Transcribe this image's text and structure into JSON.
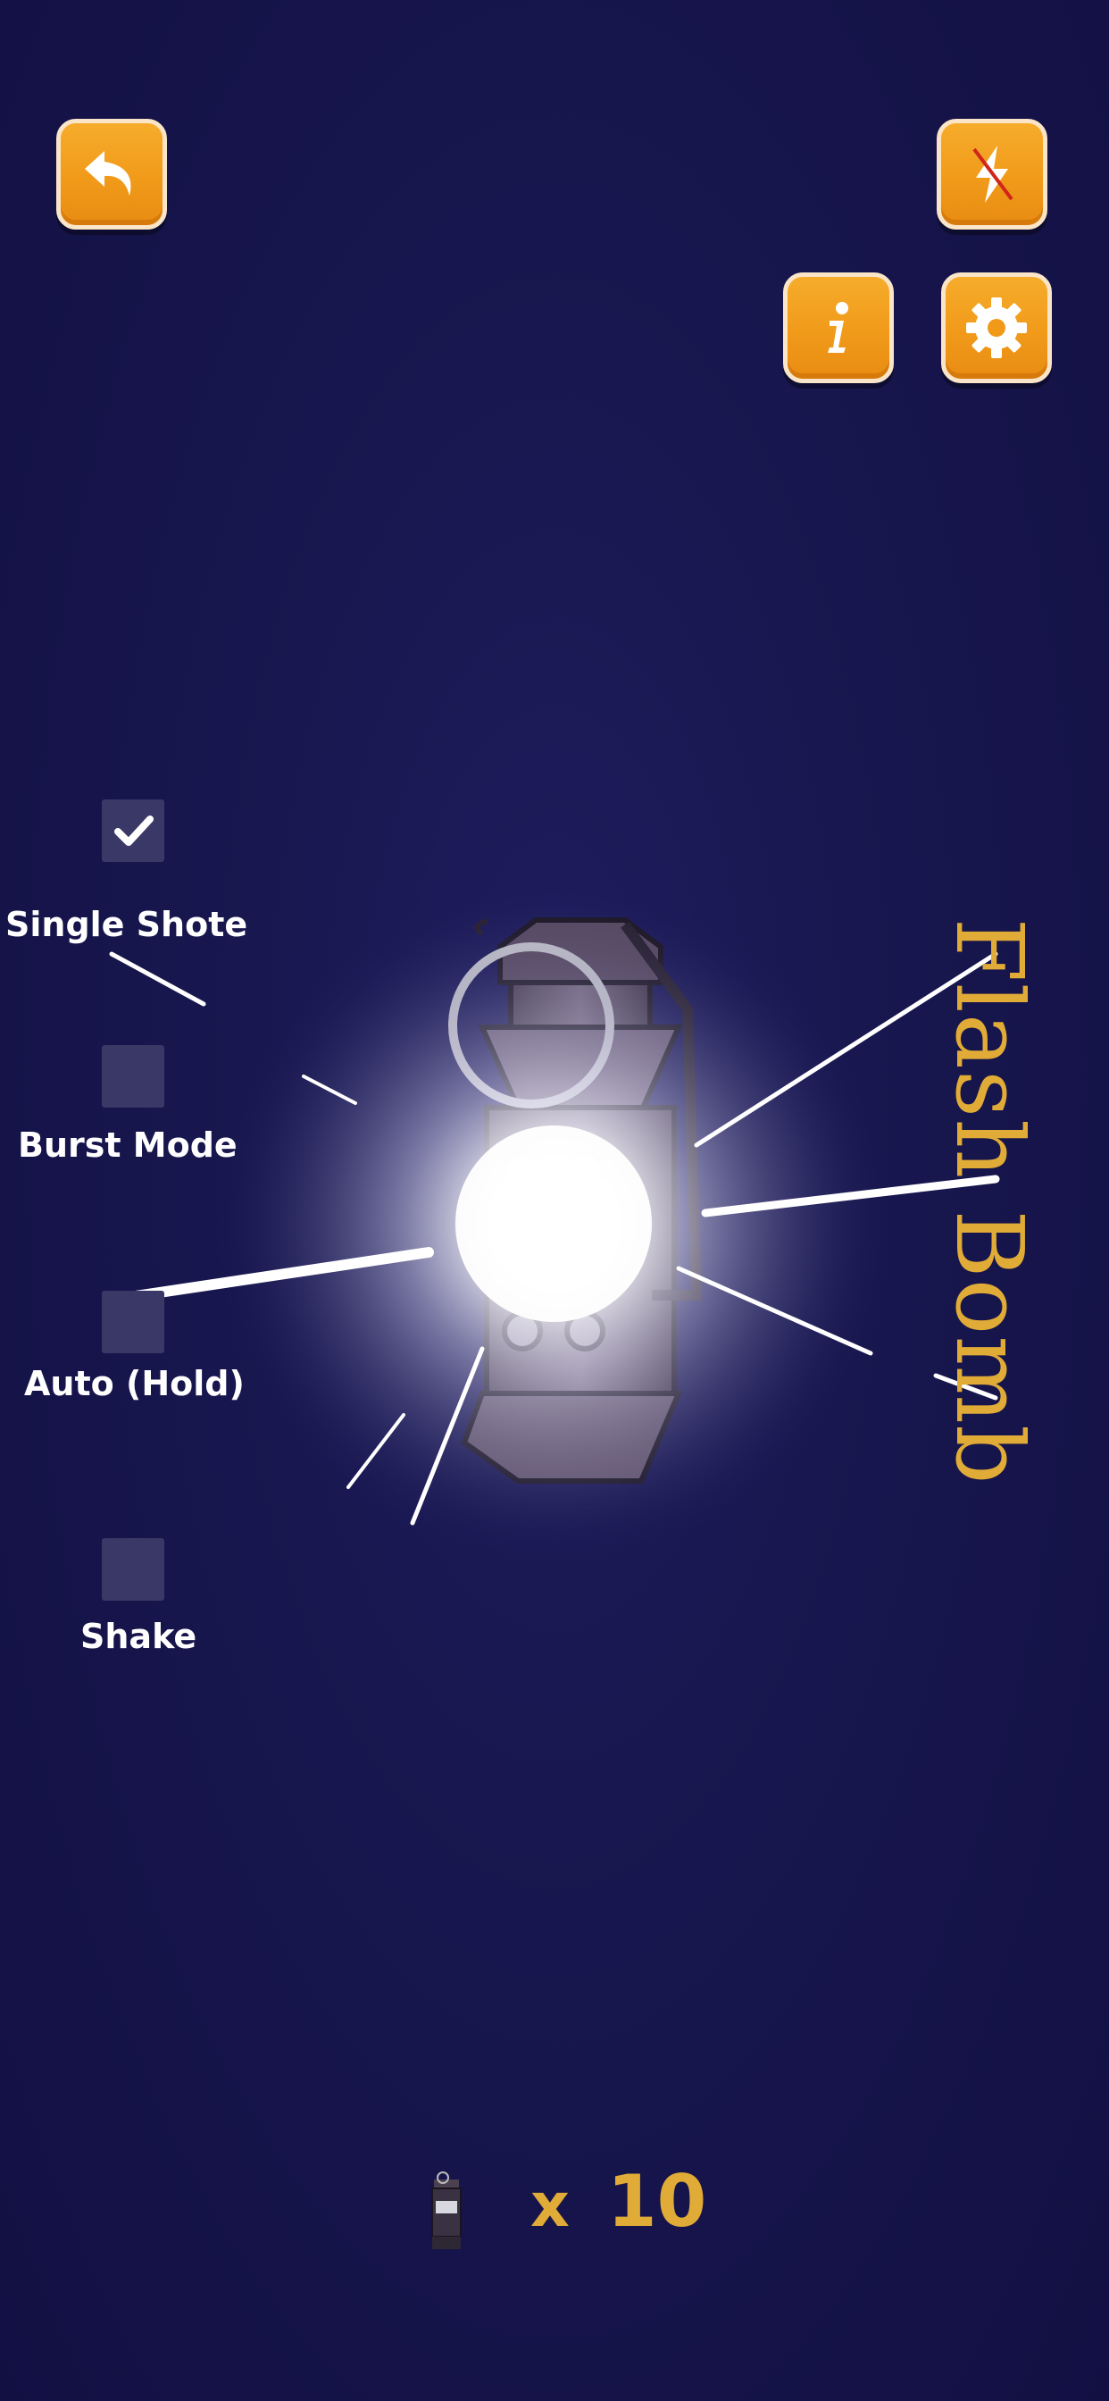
{
  "toolbar": {
    "back_icon": "undo-arrow-icon",
    "flash_toggle_icon": "flash-off-icon",
    "info_icon": "info-icon",
    "settings_icon": "gear-icon"
  },
  "options": [
    {
      "label": "Single Shote",
      "checked": true
    },
    {
      "label": "Burst Mode",
      "checked": false
    },
    {
      "label": "Auto (Hold)",
      "checked": false
    },
    {
      "label": "Shake",
      "checked": false
    }
  ],
  "title": "Flash Bomb",
  "counter": {
    "prefix": "x",
    "value": "10"
  },
  "colors": {
    "background": "#16154c",
    "button": "#f19a1a",
    "accent_text": "#e0ab36"
  }
}
